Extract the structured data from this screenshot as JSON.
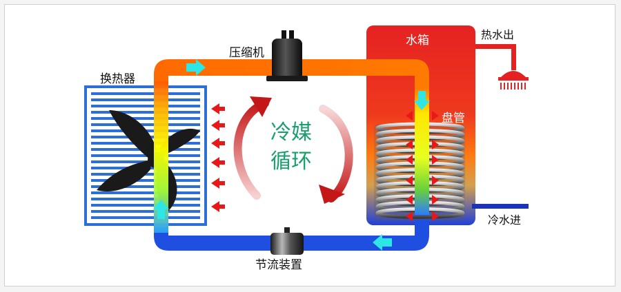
{
  "labels": {
    "compressor": "压缩机",
    "heat_exchanger": "换热器",
    "water_tank": "水箱",
    "hot_water_out": "热水出",
    "coil": "盘管",
    "cold_water_in": "冷水进",
    "expansion_device": "节流装置",
    "refrigerant_line1": "冷媒",
    "refrigerant_line2": "循环"
  },
  "colors": {
    "pipe_hot": "#ff6a00",
    "pipe_cold": "#1e4fe0",
    "pipe_mid": "#ffff00",
    "flow_arrow": "#2fe6e6",
    "heat_arrow": "#e81818",
    "tank_red": "#e52222",
    "cold_water_line": "#1a33b8",
    "exchanger_fin": "#2c6fd6",
    "cycle_text": "#1a9e6e"
  },
  "icons": [
    "fan-icon",
    "compressor-icon",
    "shower-head-icon",
    "coil-icon",
    "expansion-valve-icon"
  ]
}
